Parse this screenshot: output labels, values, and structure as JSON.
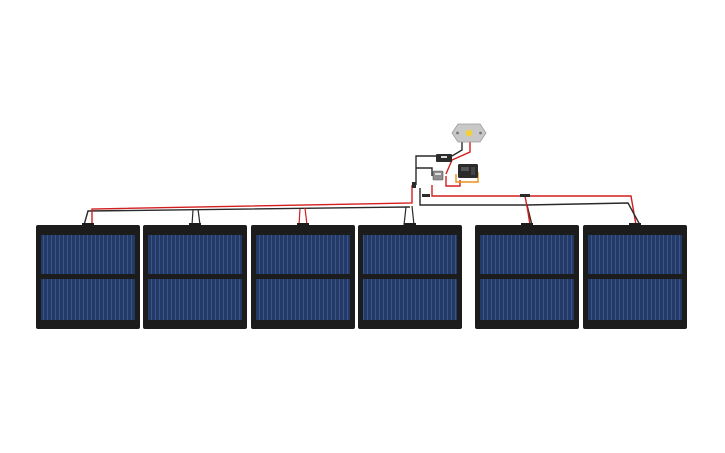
{
  "diagram": {
    "panels": [
      {
        "id": "panel-1",
        "label": ""
      },
      {
        "id": "panel-2",
        "label": ""
      },
      {
        "id": "panel-3",
        "label": ""
      },
      {
        "id": "panel-4",
        "label": ""
      },
      {
        "id": "panel-5",
        "label": ""
      },
      {
        "id": "panel-6",
        "label": ""
      }
    ],
    "components": [
      "motor",
      "switch",
      "charge-controller",
      "battery-connector",
      "fuse"
    ],
    "colors": {
      "background": "#ffffff",
      "panel_frame": "#1c1c1c",
      "panel_cell": "#243a66",
      "panel_cell_line": "#3a5486",
      "panel_divider": "#1a1a1a",
      "wire_positive": "#d21e1e",
      "wire_negative": "#2a2a2a",
      "wire_orange": "#e8901a",
      "motor_body": "#c8c8c8",
      "motor_center": "#f2d03b",
      "component_dark": "#2b2b2b",
      "component_gray": "#8e8e8e"
    }
  }
}
